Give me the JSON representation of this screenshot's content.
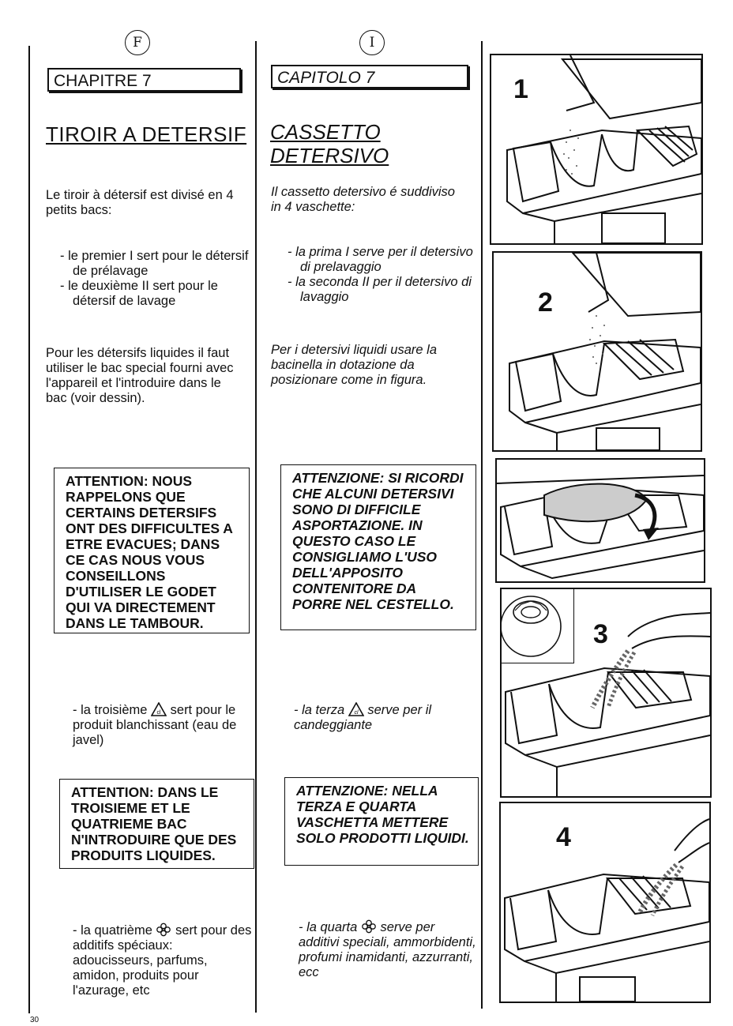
{
  "french": {
    "lang_mark": "F",
    "chapter": "CHAPITRE 7",
    "title": "TIROIR A DETERSIF",
    "intro": "Le tiroir à détersif est divisé en 4 petits bacs:",
    "item1": "- le premier I sert pour le détersif de prélavage",
    "item2": "- le deuxième II sert pour le détersif de lavage",
    "liquids": "Pour les détersifs liquides il faut utiliser le bac special fourni avec l'appareil et l'introduire dans le bac (voir dessin).",
    "warning1": "ATTENTION: NOUS RAPPELONS QUE CERTAINS DETERSIFS ONT DES DIFFICULTES A ETRE EVACUES; DANS CE CAS NOUS VOUS CONSEILLONS D'UTILISER LE GODET QUI VA DIRECTEMENT DANS LE TAMBOUR.",
    "third_a": "- la troisième",
    "third_b": "sert pour le produit blanchissant (eau de javel)",
    "warning2": "ATTENTION: DANS LE TROISIEME ET LE QUATRIEME BAC N'INTRODUIRE QUE DES PRODUITS LIQUIDES.",
    "fourth_a": "- la quatrième",
    "fourth_b": "sert pour des additifs spéciaux: adoucisseurs, parfums, amidon, produits pour l'azurage, etc"
  },
  "italian": {
    "lang_mark": "I",
    "chapter": "CAPITOLO 7",
    "title_line1": "CASSETTO",
    "title_line2": "DETERSIVO",
    "intro": "Il cassetto detersivo é suddiviso in 4 vaschette:",
    "item1": "- la prima I serve per il detersivo di prelavaggio",
    "item2": "- la seconda II per il detersivo di lavaggio",
    "liquids": "Per i detersivi liquidi usare la bacinella in dotazione da posizionare come in figura.",
    "warning1": "ATTENZIONE: SI RICORDI CHE ALCUNI DETERSIVI SONO DI DIFFICILE ASPORTAZIONE. IN QUESTO CASO LE CONSIGLIAMO L'USO DELL'APPOSITO CONTENITORE DA PORRE NEL CESTELLO.",
    "third_a": "- la terza",
    "third_b": "serve per il candeggiante",
    "warning2": "ATTENZIONE: NELLA TERZA E QUARTA VASCHETTA METTERE SOLO PRODOTTI LIQUIDI.",
    "fourth_a": "- la quarta",
    "fourth_b": "serve per additivi speciali, ammorbidenti, profumi inamidanti, azzurranti, ecc"
  },
  "figures": {
    "step1": "1",
    "step2": "2",
    "step3": "3",
    "step4": "4"
  },
  "page_number": "30"
}
